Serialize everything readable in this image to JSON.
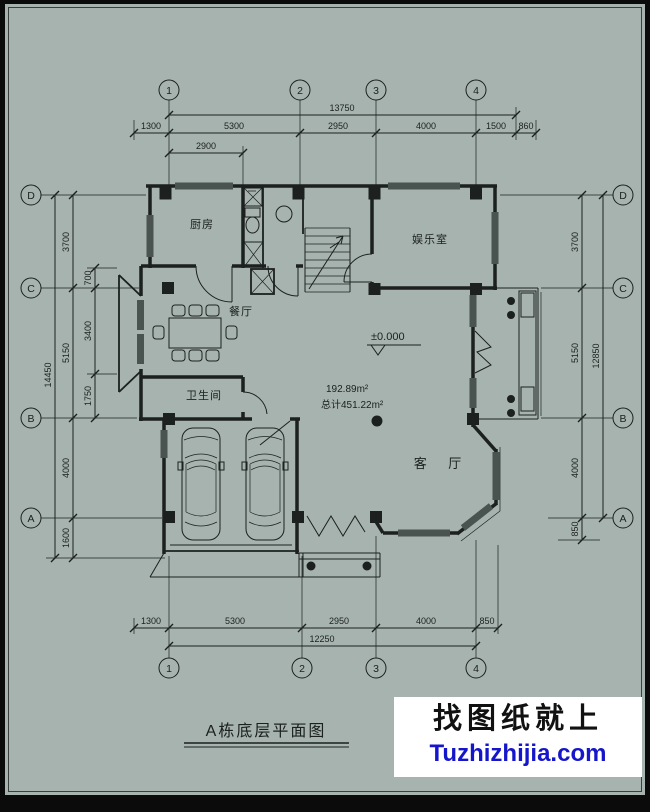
{
  "colors": {
    "bg": "#a6b3af",
    "line": "#1c201e",
    "window": "#49534f",
    "watermark_blue": "#1515cb",
    "watermark_bg": "#ffffff"
  },
  "grid_bubbles": {
    "top": [
      "1",
      "2",
      "3",
      "4"
    ],
    "bottom": [
      "1",
      "2",
      "3",
      "4"
    ],
    "left": [
      "D",
      "C",
      "B",
      "A"
    ],
    "right": [
      "D",
      "C",
      "B",
      "A"
    ]
  },
  "dims": {
    "top": {
      "overall": "13750",
      "sub": "2900",
      "chain": [
        "1300",
        "5300",
        "2950",
        "4000",
        "1500",
        "860"
      ]
    },
    "bottom": {
      "overall": "12250",
      "chain": [
        "1300",
        "5300",
        "2950",
        "4000",
        "850"
      ]
    },
    "left": {
      "overall": "14450",
      "chain": [
        "3700",
        "5150",
        "4000",
        "1600"
      ],
      "inner": [
        "700",
        "3400",
        "1750"
      ]
    },
    "right": {
      "overall": "12850",
      "chain": [
        "3700",
        "5150",
        "4000",
        "850"
      ]
    }
  },
  "rooms": {
    "kitchen": "厨房",
    "entertainment": "娱乐室",
    "dining": "餐厅",
    "bathroom": "卫生间",
    "living": "客 厅"
  },
  "annotations": {
    "elevation": "±0.000",
    "area": "192.89m²",
    "total_area": "总计451.22m²"
  },
  "title": "A栋底层平面图",
  "watermark": {
    "line1": "找图纸就上",
    "line2": "Tuzhizhijia.com"
  }
}
